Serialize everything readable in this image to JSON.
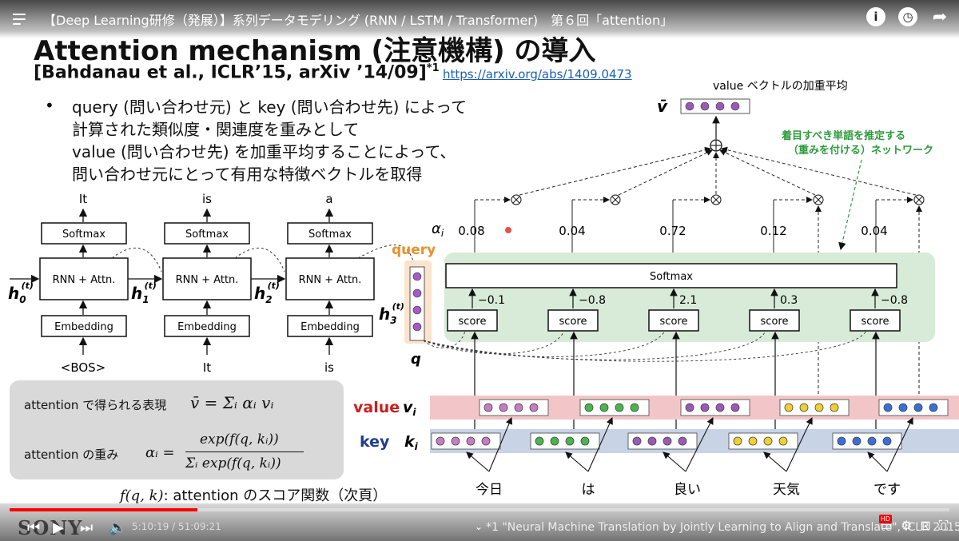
{
  "youtube": {
    "title": "【Deep Learning研修（発展）】系列データモデリング (RNN / LSTM / Transformer)　第６回「attention」",
    "actions": [
      "info-icon",
      "watch-later-icon",
      "share-icon"
    ],
    "progress_fraction": 0.2,
    "time": "5:10:19 / 51:09:21",
    "footnote": "*1 \"Neural Machine Translation by Jointly Learning to Align and Translate\", ICLR 2015",
    "logo": "SONY",
    "hd": "HD"
  },
  "slide": {
    "title": "Attention mechanism (注意機構) の導入",
    "ref": "[Bahdanau et al., ICLR’15, arXiv ’14/09]",
    "ref_sup": "*1",
    "link": "https://arxiv.org/abs/1409.0473",
    "bullet_marker": "•",
    "bullet_lines": [
      "query (問い合わせ元) と key (問い合わせ先) によって",
      "計算された類似度・関連度を重みとして",
      "value (問い合わせ先) を加重平均することによって、",
      "問い合わせ元にとって有用な特徴ベクトルを取得"
    ]
  },
  "rnn": {
    "outputs": [
      "It",
      "is",
      "a"
    ],
    "inputs": [
      "<BOS>",
      "It",
      "is"
    ],
    "softmax_label": "Softmax",
    "rnn_label": "RNN + Attn.",
    "embed_label": "Embedding",
    "h_labels": [
      "h",
      "h",
      "h",
      "h"
    ],
    "h_subs": [
      "0",
      "1",
      "2",
      "3"
    ],
    "h_sup": "(t)"
  },
  "attention": {
    "value_vec_title": "value ベクトルの加重平均",
    "vbar": "v̄",
    "network_note_1": "着目すべき単語を推定する",
    "network_note_2": "（重みを付ける）ネットワーク",
    "alpha_label": "α",
    "alpha_sub": "i",
    "alphas": [
      "0.08",
      "0.04",
      "0.72",
      "0.12",
      "0.04"
    ],
    "query_label": "query",
    "q_label": "q",
    "softmax_label": "Softmax",
    "score_label": "score",
    "scores": [
      "−0.1",
      "−0.8",
      "2.1",
      "0.3",
      "−0.8"
    ],
    "value_label": "value",
    "key_label": "key",
    "v_i": "v",
    "k_i": "k",
    "words": [
      "今日",
      "は",
      "良い",
      "天気",
      "です"
    ],
    "colors": {
      "words": [
        "#c77dc3",
        "#4cb44c",
        "#9b59b6",
        "#f0d030",
        "#3a6fd8"
      ],
      "query": "#a25bc8",
      "softmax_panel": "#d8ebd8",
      "value_band": "#f2c6c8",
      "key_band": "#c9d3e6",
      "value_text": "#cc1f1f",
      "key_text": "#1f3c8c",
      "note_green": "#2e9a3c",
      "query_orange": "#e8902c"
    }
  },
  "formula": {
    "repr_label": "attention で得られる表現",
    "weight_label": "attention の重み",
    "repr_formula": "v̄ = Σᵢ αᵢ vᵢ",
    "weight_num": "exp(f(q, kᵢ))",
    "weight_den": "Σᵢ exp(f(q, kᵢ))",
    "alpha_eq": "αᵢ =",
    "score_fn_math": "f(q, k)",
    "score_fn_text": ": attention のスコア関数（次頁）"
  }
}
